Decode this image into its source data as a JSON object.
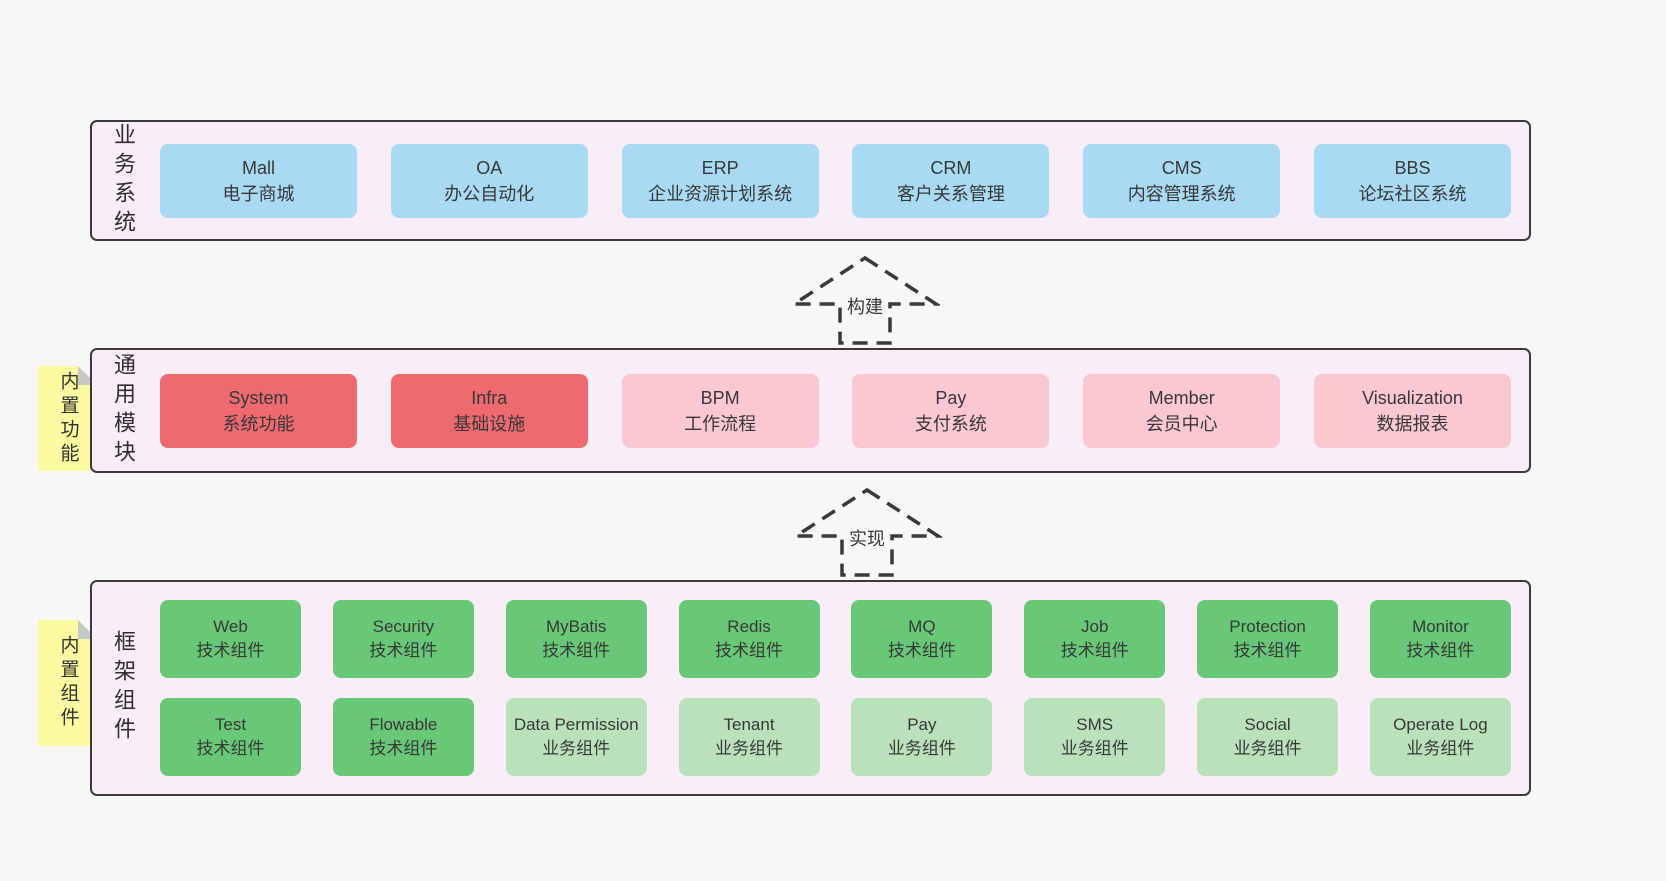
{
  "colors": {
    "page_bg": "#f7f7f7",
    "panel_bg": "#f9eef7",
    "panel_border": "#3a3a3a",
    "blue": "#a9daf4",
    "red": "#ee6a6e",
    "pink": "#fbc7d0",
    "green": "#68c878",
    "green-light": "#b9e2ba",
    "tag_yellow": "#fafaa0",
    "tag_fold_gray": "#c7c7c7",
    "text": "#383838"
  },
  "arrows": [
    {
      "label": "构建"
    },
    {
      "label": "实现"
    }
  ],
  "panels": [
    {
      "id": "business-systems",
      "label": "业务系统",
      "boxes": [
        {
          "name": "Mall",
          "desc": "电子商城",
          "type": "blue"
        },
        {
          "name": "OA",
          "desc": "办公自动化",
          "type": "blue"
        },
        {
          "name": "ERP",
          "desc": "企业资源计划系统",
          "type": "blue"
        },
        {
          "name": "CRM",
          "desc": "客户关系管理",
          "type": "blue"
        },
        {
          "name": "CMS",
          "desc": "内容管理系统",
          "type": "blue"
        },
        {
          "name": "BBS",
          "desc": "论坛社区系统",
          "type": "blue"
        }
      ]
    },
    {
      "id": "common-modules",
      "label": "通用模块",
      "tag": "内置功能",
      "boxes": [
        {
          "name": "System",
          "desc": "系统功能",
          "type": "red"
        },
        {
          "name": "Infra",
          "desc": "基础设施",
          "type": "red"
        },
        {
          "name": "BPM",
          "desc": "工作流程",
          "type": "pink"
        },
        {
          "name": "Pay",
          "desc": "支付系统",
          "type": "pink"
        },
        {
          "name": "Member",
          "desc": "会员中心",
          "type": "pink"
        },
        {
          "name": "Visualization",
          "desc": "数据报表",
          "type": "pink"
        }
      ]
    },
    {
      "id": "framework-components",
      "label": "框架组件",
      "tag": "内置组件",
      "rows": [
        [
          {
            "name": "Web",
            "desc": "技术组件",
            "type": "green"
          },
          {
            "name": "Security",
            "desc": "技术组件",
            "type": "green"
          },
          {
            "name": "MyBatis",
            "desc": "技术组件",
            "type": "green"
          },
          {
            "name": "Redis",
            "desc": "技术组件",
            "type": "green"
          },
          {
            "name": "MQ",
            "desc": "技术组件",
            "type": "green"
          },
          {
            "name": "Job",
            "desc": "技术组件",
            "type": "green"
          },
          {
            "name": "Protection",
            "desc": "技术组件",
            "type": "green"
          },
          {
            "name": "Monitor",
            "desc": "技术组件",
            "type": "green"
          }
        ],
        [
          {
            "name": "Test",
            "desc": "技术组件",
            "type": "green"
          },
          {
            "name": "Flowable",
            "desc": "技术组件",
            "type": "green"
          },
          {
            "name": "Data Permission",
            "desc": "业务组件",
            "type": "green-light"
          },
          {
            "name": "Tenant",
            "desc": "业务组件",
            "type": "green-light"
          },
          {
            "name": "Pay",
            "desc": "业务组件",
            "type": "green-light"
          },
          {
            "name": "SMS",
            "desc": "业务组件",
            "type": "green-light"
          },
          {
            "name": "Social",
            "desc": "业务组件",
            "type": "green-light"
          },
          {
            "name": "Operate Log",
            "desc": "业务组件",
            "type": "green-light"
          }
        ]
      ]
    }
  ]
}
